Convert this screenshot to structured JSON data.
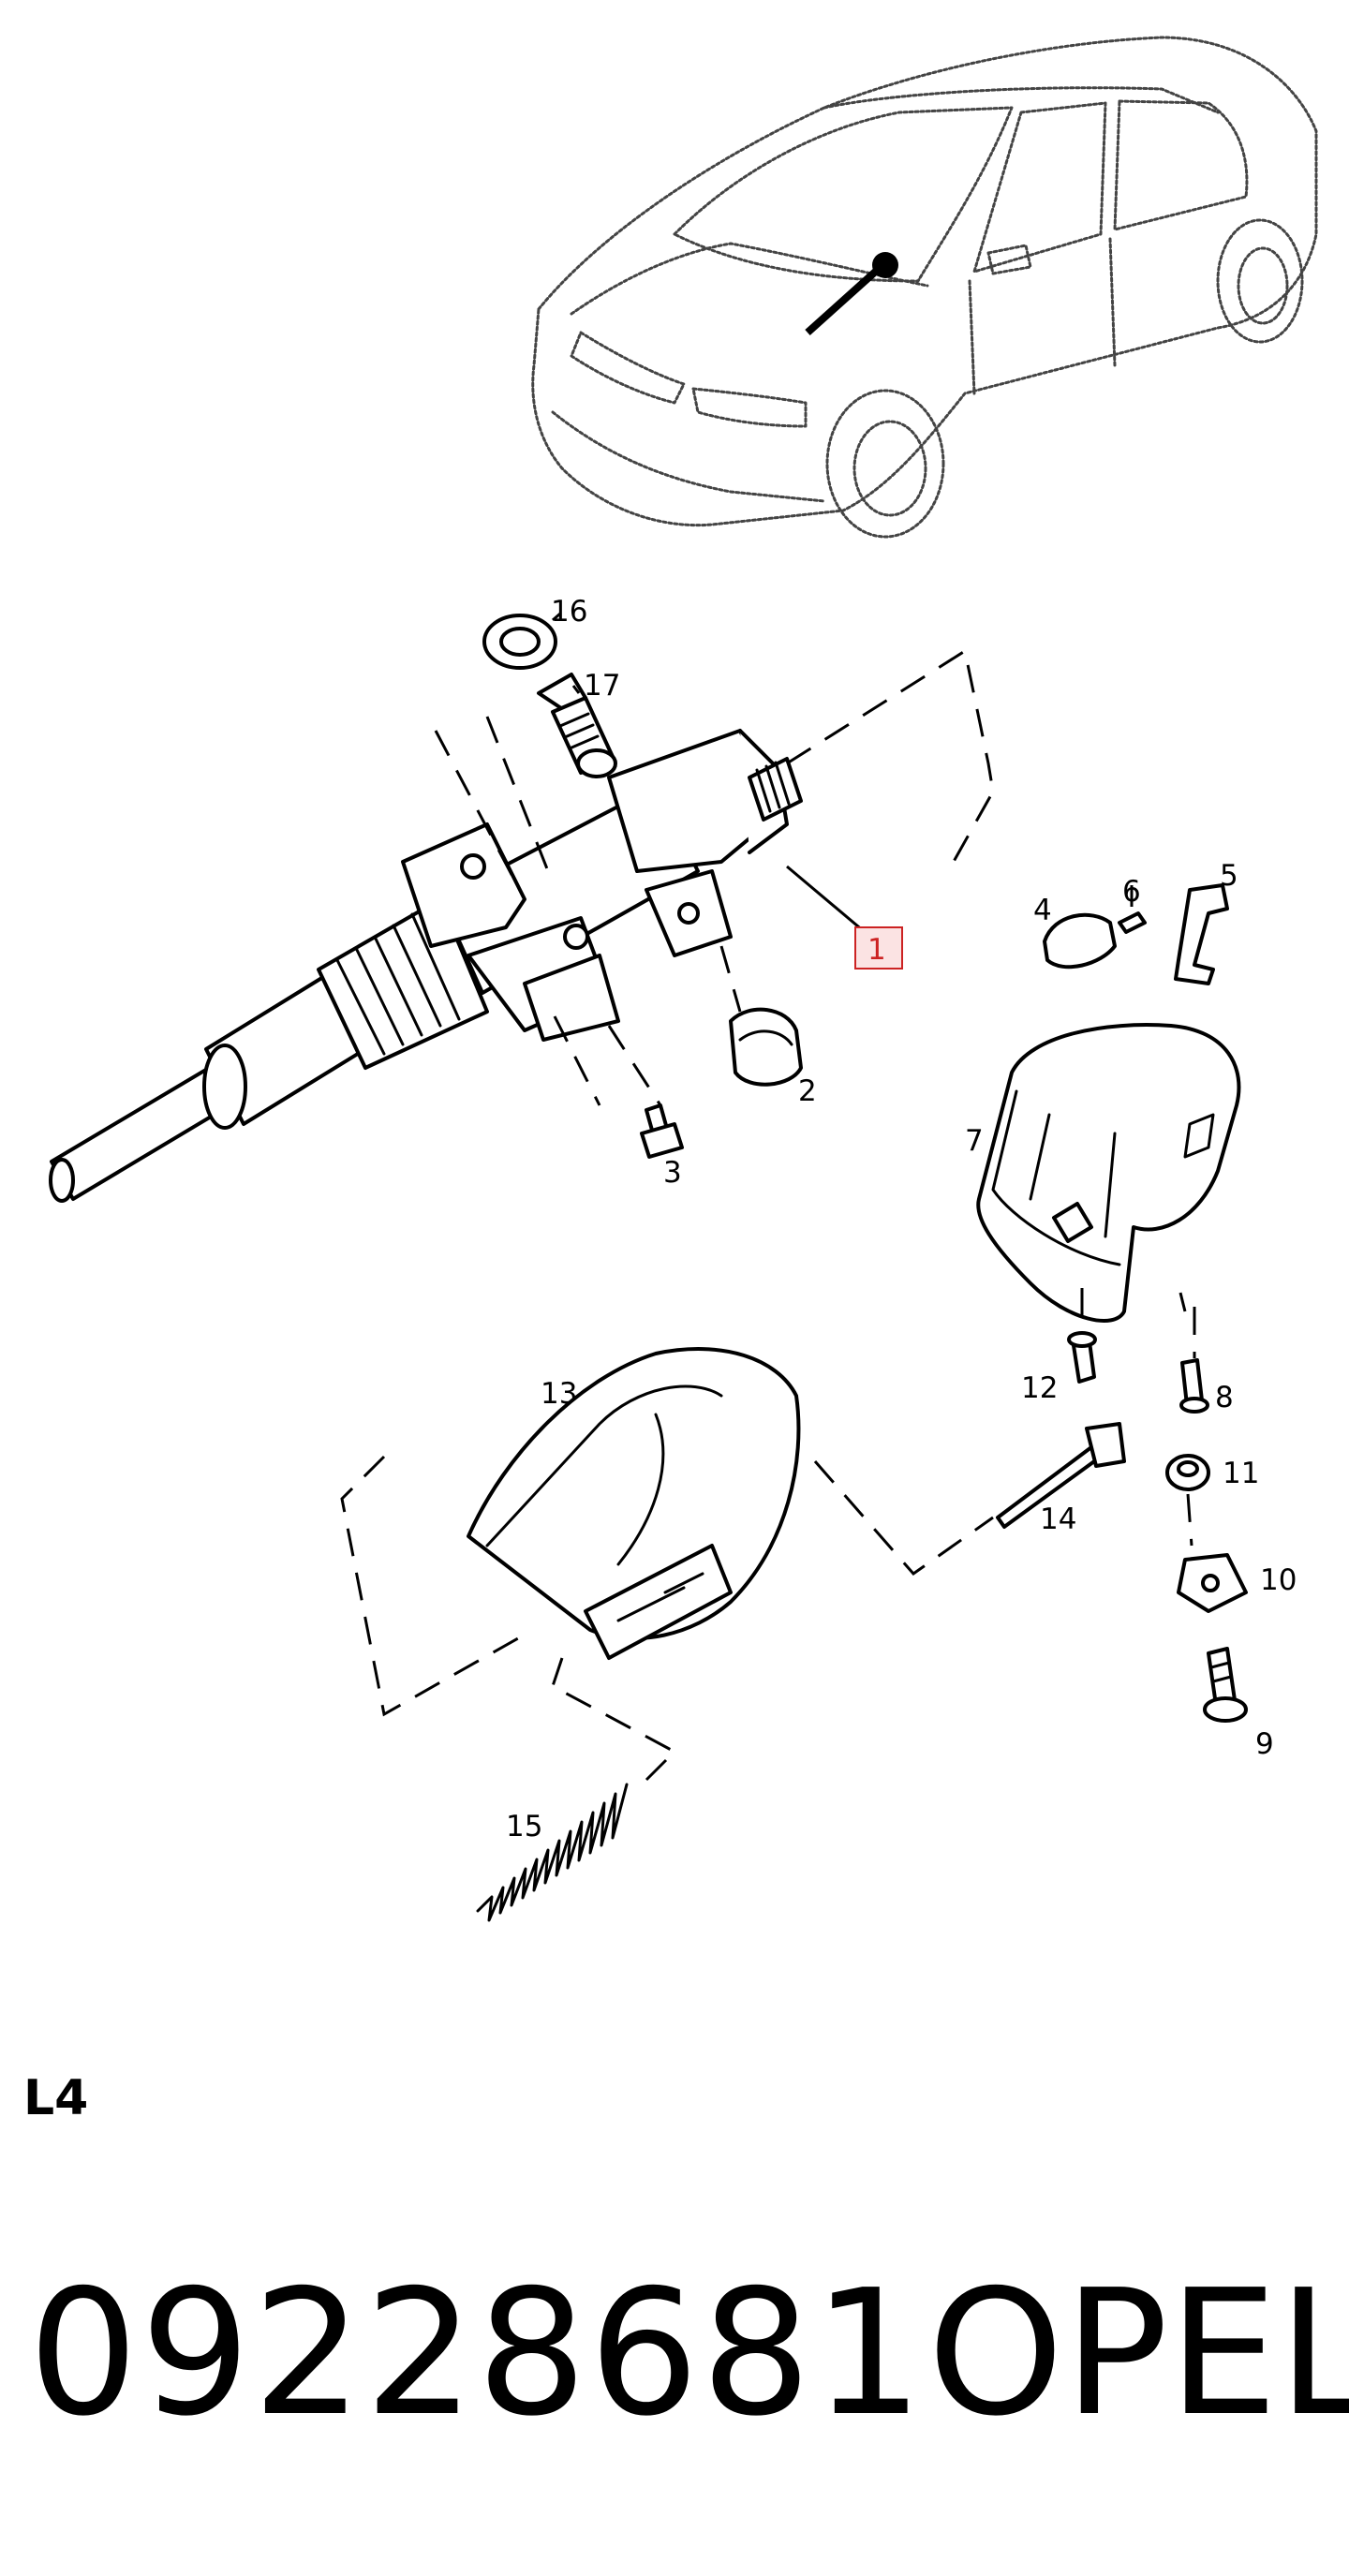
{
  "diagram": {
    "callouts": [
      {
        "id": "1",
        "label": "1",
        "highlighted": true
      },
      {
        "id": "2",
        "label": "2"
      },
      {
        "id": "3",
        "label": "3"
      },
      {
        "id": "4",
        "label": "4"
      },
      {
        "id": "5",
        "label": "5"
      },
      {
        "id": "6",
        "label": "6"
      },
      {
        "id": "7",
        "label": "7"
      },
      {
        "id": "8",
        "label": "8"
      },
      {
        "id": "9",
        "label": "9"
      },
      {
        "id": "10",
        "label": "10"
      },
      {
        "id": "11",
        "label": "11"
      },
      {
        "id": "12",
        "label": "12"
      },
      {
        "id": "13",
        "label": "13"
      },
      {
        "id": "14",
        "label": "14"
      },
      {
        "id": "15",
        "label": "15"
      },
      {
        "id": "16",
        "label": "16"
      },
      {
        "id": "17",
        "label": "17"
      }
    ],
    "highlight_color": "#cc2222",
    "highlight_fill": "#fbe3e3"
  },
  "footer": {
    "section_code": "L4",
    "part_number": "09228681",
    "brand": "OPEL"
  }
}
